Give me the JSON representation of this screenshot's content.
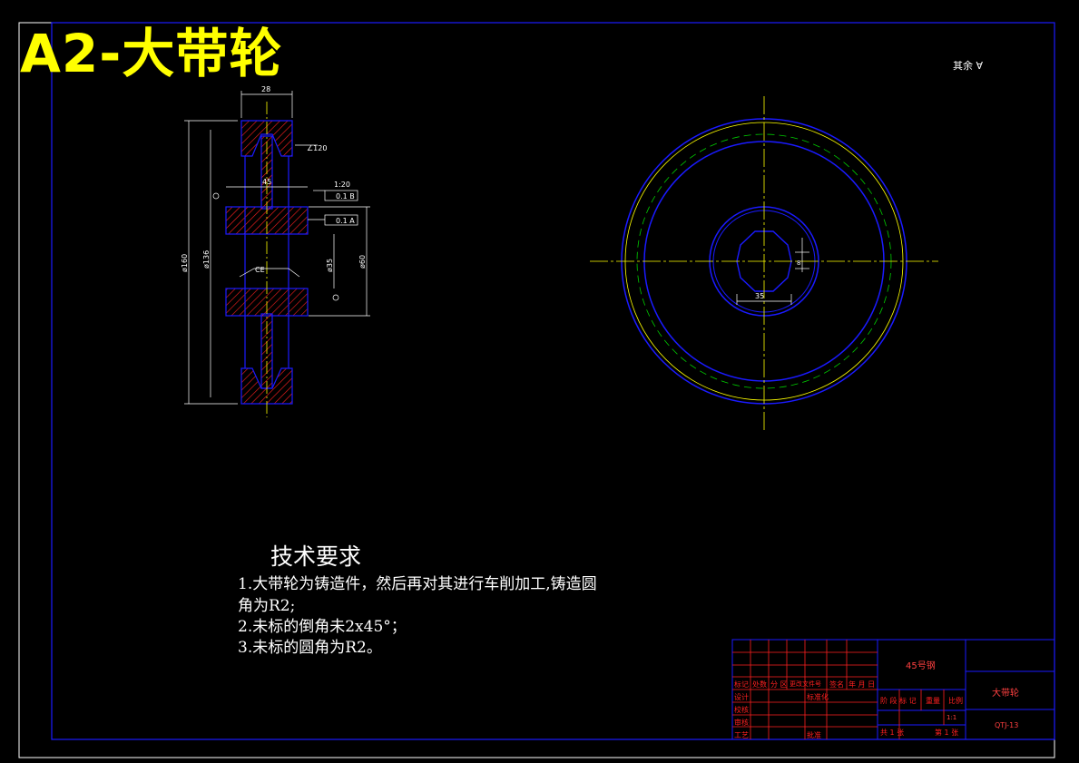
{
  "sheet_title": "A2-大带轮",
  "surface_note": "其余",
  "tech_requirements": {
    "heading": "技术要求",
    "lines": [
      "1.大带轮为铸造件，然后再对其进行车削加工,铸造圆",
      "角为R2;",
      "2.未标的倒角未2x45°；",
      "3.未标的圆角为R2。"
    ]
  },
  "dimensions": {
    "top_width": "28",
    "angle": "∠120",
    "hub_width": "45",
    "tol1": "0.1 B",
    "tol2": "0.1 A",
    "slope": "1:20",
    "outer_dia": "ø160",
    "mid_dia": "ø136",
    "bore_dia": "ø35",
    "hub_dia": "ø60",
    "chamfer": "CE",
    "key_width": "35",
    "key_depth": "8"
  },
  "title_block": {
    "material": "45号钢",
    "part_name": "大带轮",
    "drawing_no": "QTJ-13",
    "scale": "1:1",
    "headers": [
      "标记",
      "处数",
      "分 区",
      "更改文件号",
      "签名",
      "年 月 日"
    ],
    "rows": [
      "设计",
      "校核",
      "审核",
      "工艺"
    ],
    "std": "标准化",
    "approve": "批准",
    "stage_labels": "阶 段 标 记",
    "weight": "重量",
    "ratio": "比例",
    "sheets": "共 1 张",
    "sheet_no": "第 1 张"
  }
}
